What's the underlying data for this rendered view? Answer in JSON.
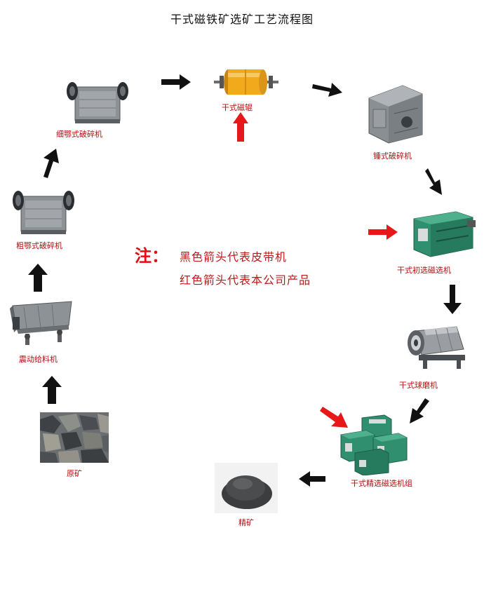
{
  "title": "干式磁铁矿选矿工艺流程图",
  "equipment": {
    "raw_ore": "原矿",
    "vibrating_feeder": "震动给料机",
    "coarse_jaw_crusher": "粗鄂式破碎机",
    "fine_jaw_crusher": "细鄂式破碎机",
    "dry_magnetic_roller": "干式磁辊",
    "hammer_crusher": "锤式破碎机",
    "dry_primary_separator": "干式初选磁选机",
    "dry_ball_mill": "干式球磨机",
    "dry_fine_separator_group": "干式精选磁选机组",
    "concentrate": "精矿"
  },
  "note": {
    "heading": "注：",
    "black_arrow": "黑色箭头代表皮带机",
    "red_arrow": "红色箭头代表本公司产品"
  },
  "colors": {
    "label": "#b01010",
    "note": "#c01818",
    "black_arrow": "#111111",
    "red_arrow": "#e81818",
    "machine_gray": "#8a8f94",
    "machine_green": "#2f8f6e"
  }
}
